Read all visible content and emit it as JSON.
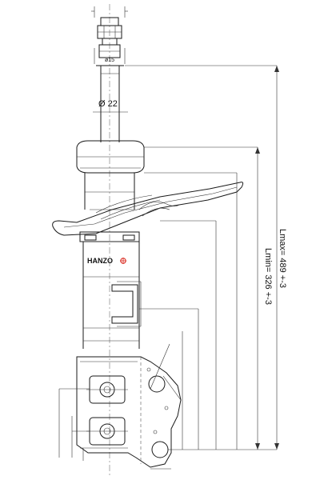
{
  "drawing": {
    "rod_top_diameter_label": "ø15",
    "rod_diameter_label": "Ø 22",
    "lmax_label": "Lmax= 489 +-3",
    "lmin_label": "Lmin= 326 +-3",
    "logo_text": "HANZO",
    "colors": {
      "line": "#1a1a1a",
      "logo_red": "#d9261c"
    }
  }
}
